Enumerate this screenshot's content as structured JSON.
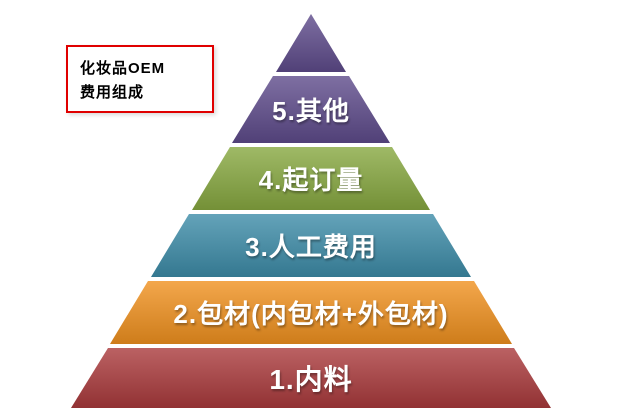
{
  "legend": {
    "line1": "化妆品OEM",
    "line2": "费用组成"
  },
  "chart_data": {
    "type": "pyramid",
    "title": "化妆品OEM 费用组成",
    "levels": [
      {
        "rank": 5,
        "label": "5.其他",
        "color": "#5e4b8b"
      },
      {
        "rank": 4,
        "label": "4.起订量",
        "color": "#87a840"
      },
      {
        "rank": 3,
        "label": "3.人工费用",
        "color": "#3d8ca8"
      },
      {
        "rank": 2,
        "label": "2.包材(内包材+外包材)",
        "color": "#f0911f"
      },
      {
        "rank": 1,
        "label": "1.内料",
        "color": "#aa3a3c"
      }
    ]
  }
}
